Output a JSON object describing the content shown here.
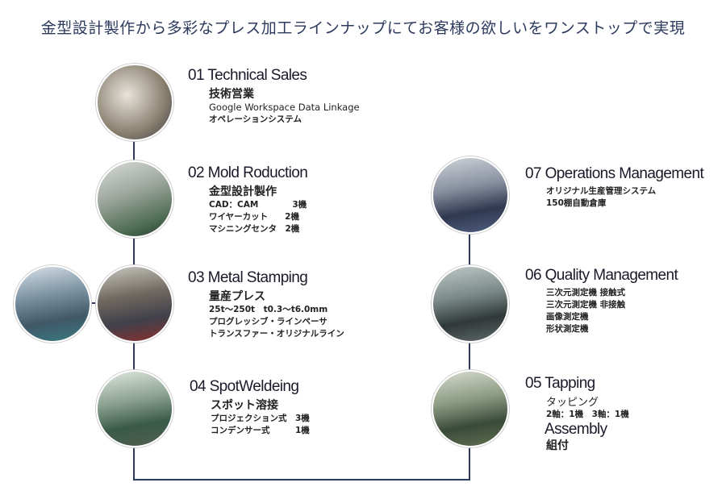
{
  "title": "金型設計製作から多彩なプレス加工ラインナップにてお客様の欲しいをワンストップで実現",
  "steps": [
    {
      "heading": "01 Technical Sales",
      "sub": "技術営業",
      "details": [
        "Google Workspace Data Linkage",
        "オペレーションシステム"
      ]
    },
    {
      "heading": "02 Mold Roduction",
      "sub": "金型設計製作",
      "details": [
        "CAD：CAM　　　　3機",
        "ワイヤーカット　　2機",
        "マシニングセンタ　2機"
      ]
    },
    {
      "heading": "03 Metal Stamping",
      "sub": "量産プレス",
      "details": [
        "25t〜250t　t0.3〜t6.0mm",
        "プログレッシブ・ラインペーサ",
        "トランスファー・オリジナルライン"
      ]
    },
    {
      "heading": "04 SpotWeldeing",
      "sub": "スポット溶接",
      "details": [
        "プロジェクション式　3機",
        "コンデンサー式　　　1機"
      ]
    },
    {
      "heading": "05 Tapping",
      "sub": "タッピング",
      "details": [
        "2軸：1機　3軸：1機"
      ],
      "heading2": "Assembly",
      "sub2": "組付"
    },
    {
      "heading": "06 Quality Management",
      "sub": "",
      "details": [
        "三次元測定機 接触式",
        "三次元測定機 非接触",
        "画像測定機",
        "形状測定機"
      ]
    },
    {
      "heading": "07 Operations Management",
      "sub": "",
      "details": [
        "オリジナル生産管理システム",
        "150棚自動倉庫"
      ]
    }
  ]
}
